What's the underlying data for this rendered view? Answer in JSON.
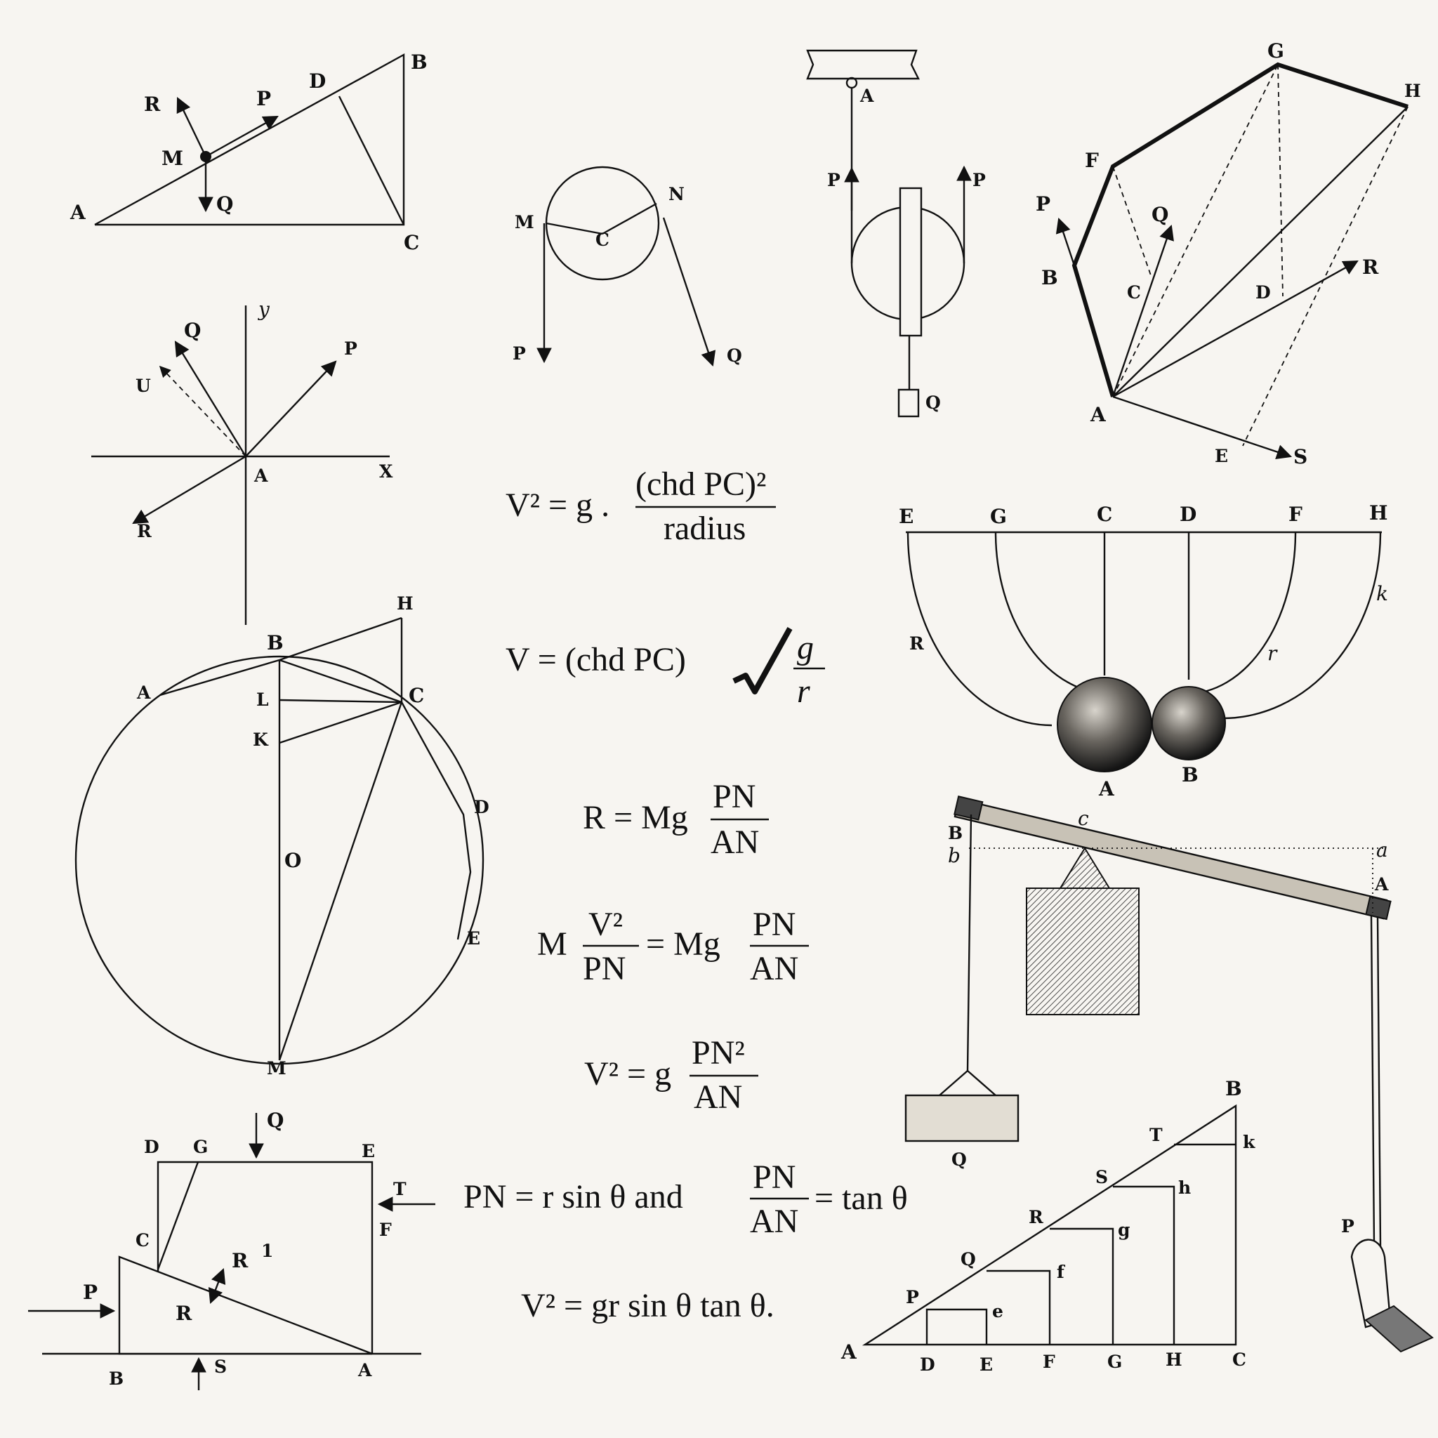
{
  "diagrams": {
    "inclined_plane": [
      "A",
      "B",
      "C",
      "D",
      "M",
      "P",
      "Q",
      "R"
    ],
    "pulley_circle": [
      "M",
      "N",
      "C",
      "P",
      "Q"
    ],
    "hanging_pulley": [
      "A",
      "P",
      "P",
      "Q"
    ],
    "polygon_forces": [
      "G",
      "H",
      "F",
      "P",
      "Q",
      "B",
      "C",
      "D",
      "R",
      "A",
      "E",
      "S"
    ],
    "axes_forces": [
      "y",
      "Q",
      "P",
      "U",
      "A",
      "X",
      "R"
    ],
    "pendulums": [
      "E",
      "G",
      "C",
      "D",
      "F",
      "H",
      "k",
      "R",
      "r",
      "A",
      "B"
    ],
    "circle_chords": [
      "H",
      "B",
      "A",
      "L",
      "C",
      "K",
      "D",
      "O",
      "E",
      "M"
    ],
    "lever_balance": [
      "B",
      "b",
      "c",
      "a",
      "A",
      "Q",
      "P"
    ],
    "block_wedge": [
      "Q",
      "D",
      "G",
      "E",
      "T",
      "C",
      "F",
      "R",
      "1",
      "P",
      "R",
      "B",
      "S",
      "A"
    ],
    "staircase_triangle": [
      "B",
      "T",
      "k",
      "S",
      "h",
      "R",
      "g",
      "Q",
      "f",
      "P",
      "e",
      "A",
      "D",
      "E",
      "F",
      "G",
      "H",
      "C"
    ]
  },
  "equations": {
    "eq1": {
      "lhs": "V² = g .",
      "num": "(chd PC)²",
      "den": "radius"
    },
    "eq2": {
      "lhs": "V = (chd PC)",
      "num": "g",
      "den": "r"
    },
    "eq3": {
      "lhs": "R = Mg",
      "num": "PN",
      "den": "AN"
    },
    "eq4": {
      "pre": "M",
      "num1": "V²",
      "den1": "PN",
      "mid": "= Mg",
      "num2": "PN",
      "den2": "AN"
    },
    "eq5": {
      "lhs": "V² = g",
      "num": "PN²",
      "den": "AN"
    },
    "eq6": {
      "lhs": "PN = r sin θ and",
      "num": "PN",
      "den": "AN",
      "rhs": "= tan θ"
    },
    "eq7": {
      "text": "V² = gr sin θ tan θ."
    }
  }
}
